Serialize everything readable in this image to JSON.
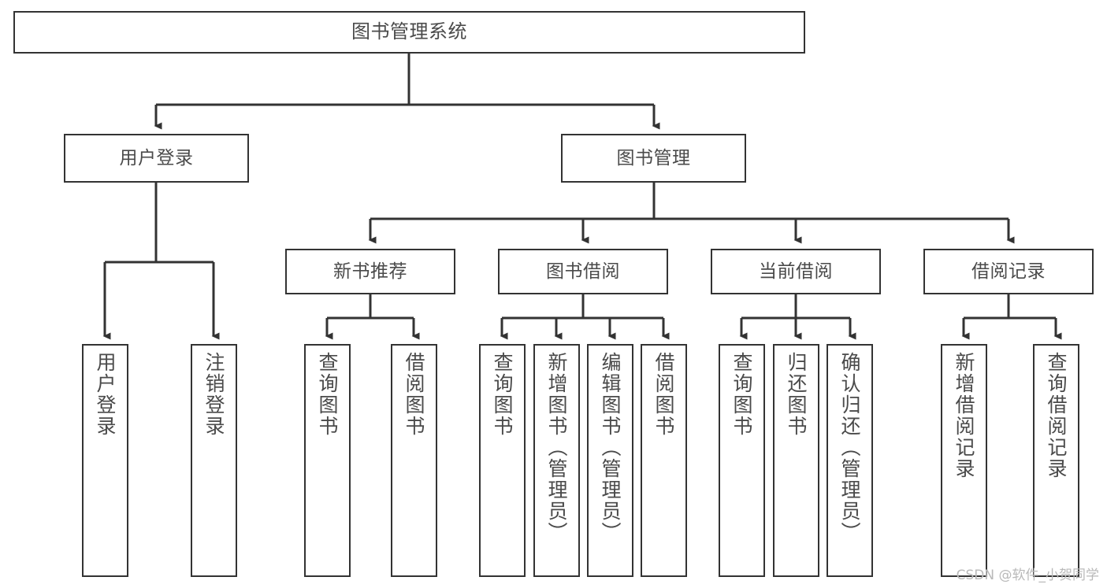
{
  "diagram": {
    "title": "图书管理系统",
    "watermark": "CSDN @软件_小贺同学",
    "stroke_color": "#333333",
    "text_color": "#4a4a4a",
    "background": "#ffffff",
    "root": {
      "label": "图书管理系统"
    },
    "level2": [
      {
        "label": "用户登录"
      },
      {
        "label": "图书管理"
      }
    ],
    "level3": [
      {
        "label": "新书推荐"
      },
      {
        "label": "图书借阅"
      },
      {
        "label": "当前借阅"
      },
      {
        "label": "借阅记录"
      }
    ],
    "leaves": {
      "user_login": [
        {
          "label": "用户登录"
        },
        {
          "label": "注销登录"
        }
      ],
      "new_book": [
        {
          "label": "查询图书"
        },
        {
          "label": "借阅图书"
        }
      ],
      "book_borrow": [
        {
          "label": "查询图书"
        },
        {
          "label": "新增图书（管理员）"
        },
        {
          "label": "编辑图书（管理员）"
        },
        {
          "label": "借阅图书"
        }
      ],
      "current_borrow": [
        {
          "label": "查询图书"
        },
        {
          "label": "归还图书"
        },
        {
          "label": "确认归还（管理员）"
        }
      ],
      "borrow_record": [
        {
          "label": "新增借阅记录"
        },
        {
          "label": "查询借阅记录"
        }
      ]
    }
  }
}
